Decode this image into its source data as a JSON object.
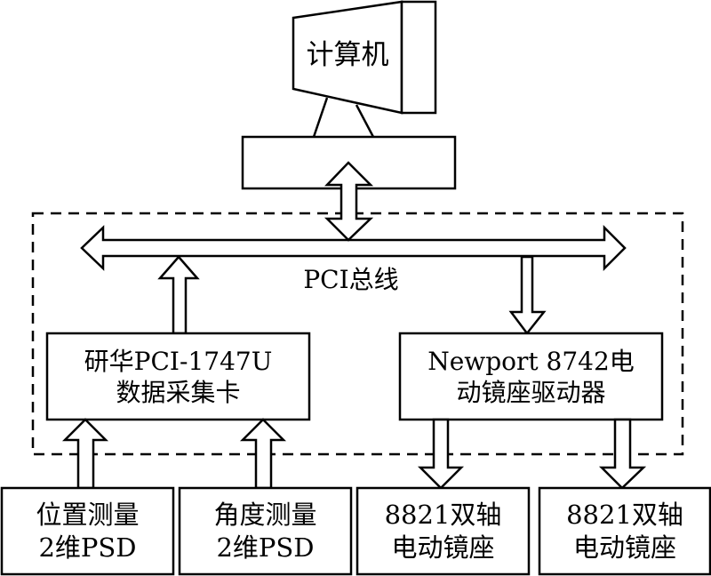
{
  "diagram": {
    "computer": {
      "label": "计算机"
    },
    "bus": {
      "label": "PCI总线"
    },
    "daq_card": {
      "line1": "研华PCI-1747U",
      "line2": "数据采集卡"
    },
    "driver": {
      "line1": "Newport 8742电",
      "line2": "动镜座驱动器"
    },
    "sensors": [
      {
        "line1": "位置测量",
        "line2": "2维PSD"
      },
      {
        "line1": "角度测量",
        "line2": "2维PSD"
      }
    ],
    "mounts": [
      {
        "line1": "8821双轴",
        "line2": "电动镜座"
      },
      {
        "line1": "8821双轴",
        "line2": "电动镜座"
      }
    ],
    "connections": [
      {
        "from": "computer",
        "to": "bus",
        "direction": "bidirectional"
      },
      {
        "from": "daq_card",
        "to": "bus",
        "direction": "up"
      },
      {
        "from": "bus",
        "to": "driver",
        "direction": "down"
      },
      {
        "from": "sensor-position",
        "to": "daq_card",
        "direction": "up"
      },
      {
        "from": "sensor-angle",
        "to": "daq_card",
        "direction": "up"
      },
      {
        "from": "driver",
        "to": "mount-1",
        "direction": "down"
      },
      {
        "from": "driver",
        "to": "mount-2",
        "direction": "down"
      }
    ]
  }
}
